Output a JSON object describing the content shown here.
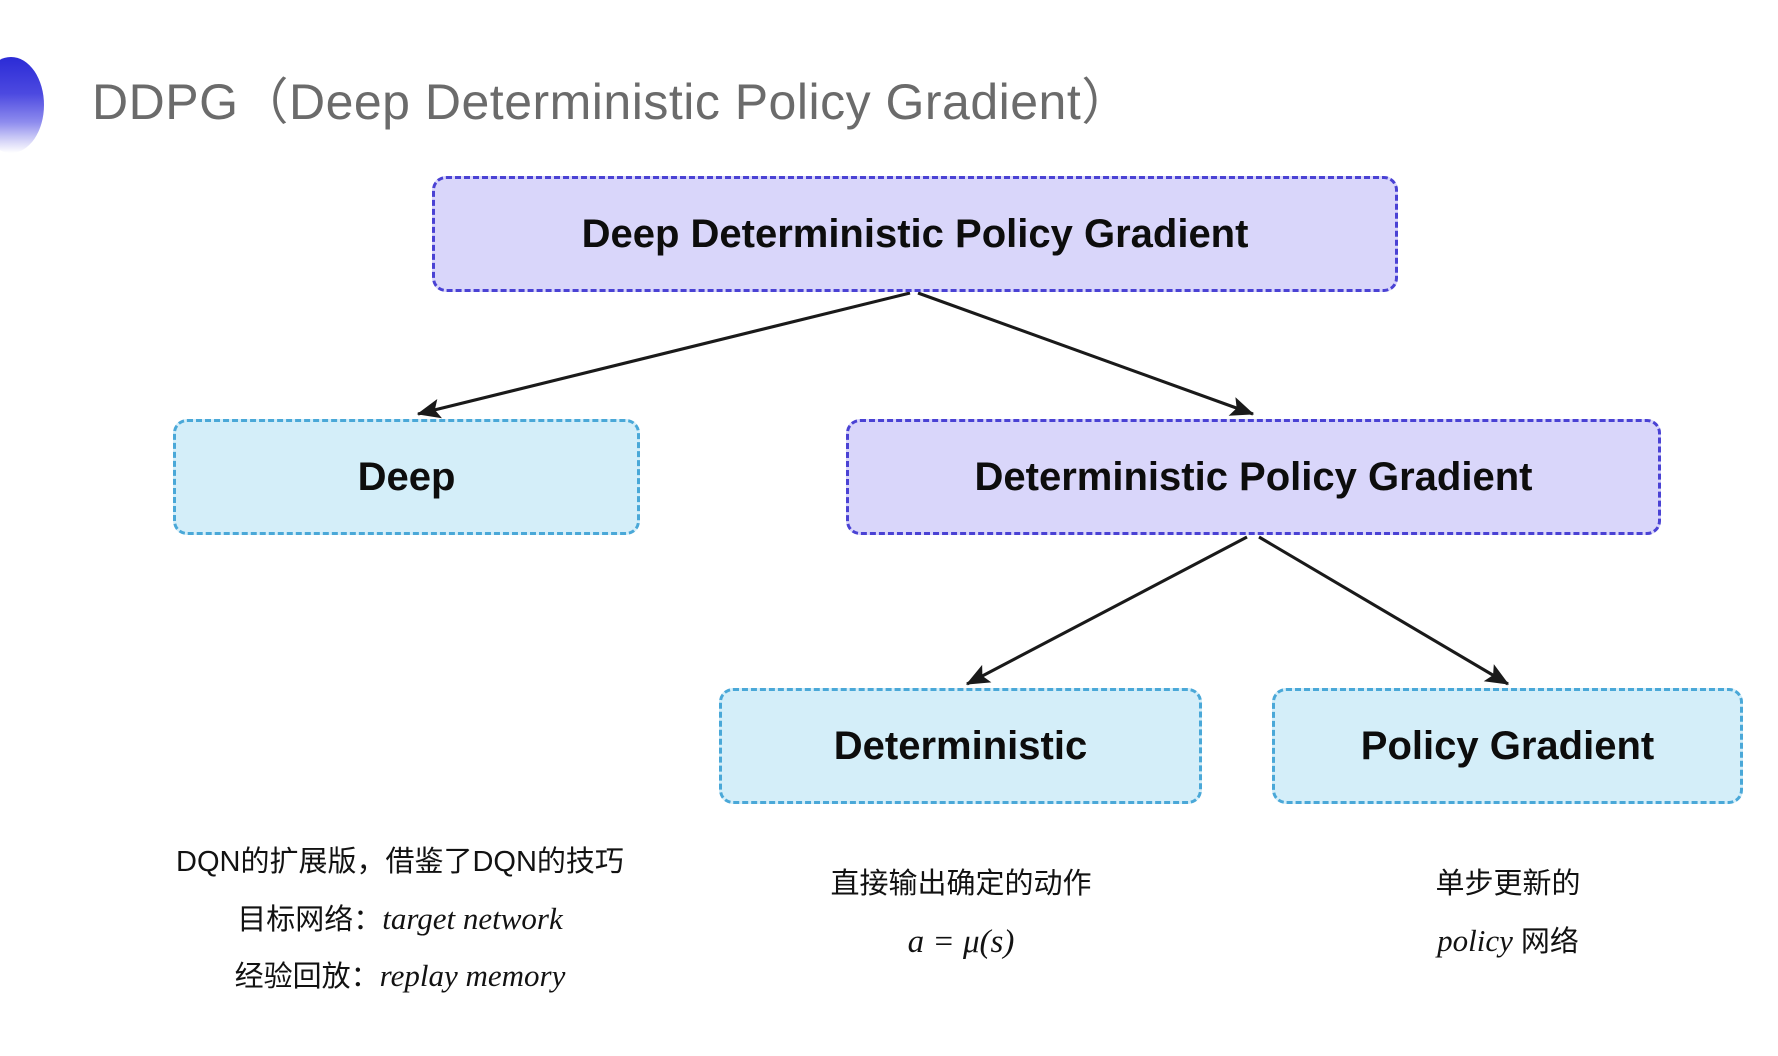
{
  "slide": {
    "title": "DDPG（Deep Deterministic Policy Gradient）",
    "background_color": "#ffffff",
    "title_color": "#6b6b6b",
    "bullet_icon": "gradient-half-circle-icon"
  },
  "palette": {
    "purple_fill": "#d9d6fa",
    "purple_border": "#4a42d4",
    "blue_fill": "#d4eef9",
    "blue_border": "#4aa8d8",
    "arrow_color": "#1a1a1a"
  },
  "diagram": {
    "nodes": [
      {
        "id": "root",
        "label": "Deep Deterministic Policy Gradient",
        "style": "purple"
      },
      {
        "id": "deep",
        "label": "Deep",
        "style": "blue"
      },
      {
        "id": "dpg",
        "label": "Deterministic Policy Gradient",
        "style": "purple"
      },
      {
        "id": "deterministic",
        "label": "Deterministic",
        "style": "blue"
      },
      {
        "id": "policy_gradient",
        "label": "Policy Gradient",
        "style": "blue"
      }
    ],
    "edges": [
      {
        "from": "root",
        "to": "deep"
      },
      {
        "from": "root",
        "to": "dpg"
      },
      {
        "from": "dpg",
        "to": "deterministic"
      },
      {
        "from": "dpg",
        "to": "policy_gradient"
      }
    ]
  },
  "captions": {
    "deep": {
      "line1": "DQN的扩展版，借鉴了DQN的技巧",
      "line2_label": "目标网络：",
      "line2_term": "target network",
      "line3_label": "经验回放：",
      "line3_term": "replay memory"
    },
    "deterministic": {
      "line1": "直接输出确定的动作",
      "formula": "a = μ(s)"
    },
    "policy_gradient": {
      "line1": "单步更新的",
      "line2_term": "policy",
      "line2_suffix": " 网络"
    }
  }
}
